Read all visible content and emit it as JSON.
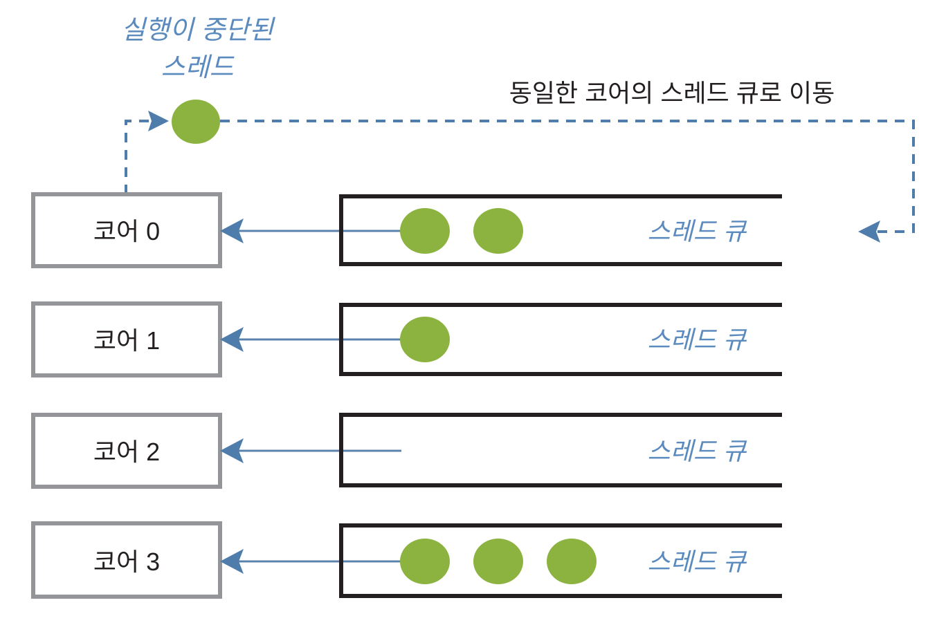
{
  "diagram": {
    "title_lines": [
      "실행이 중단된",
      "스레드"
    ],
    "header_label": "동일한 코어의 스레드 큐로 이동",
    "colors": {
      "thread_dot": "#8CB33F",
      "accent_blue": "#5B8BBE",
      "arrow_blue": "#4E7CAB",
      "core_border_gray": "#939598",
      "queue_border_black": "#231F20",
      "background": "#FFFFFF"
    },
    "suspended_thread_dot_label": "suspended-thread",
    "rows": [
      {
        "core_label": "코어 0",
        "queue_label": "스레드 큐",
        "thread_count": 2,
        "thread_x": [
          614,
          720
        ],
        "has_incoming_dashed_arrow": true,
        "arrow_extends_into_queue": true
      },
      {
        "core_label": "코어 1",
        "queue_label": "스레드 큐",
        "thread_count": 1,
        "thread_x": [
          614
        ],
        "has_incoming_dashed_arrow": false,
        "arrow_extends_into_queue": true
      },
      {
        "core_label": "코어 2",
        "queue_label": "스레드 큐",
        "thread_count": 0,
        "thread_x": [],
        "has_incoming_dashed_arrow": false,
        "arrow_extends_into_queue": true
      },
      {
        "core_label": "코어 3",
        "queue_label": "스레드 큐",
        "thread_count": 3,
        "thread_x": [
          614,
          720,
          826
        ],
        "has_incoming_dashed_arrow": false,
        "arrow_extends_into_queue": true
      }
    ]
  }
}
